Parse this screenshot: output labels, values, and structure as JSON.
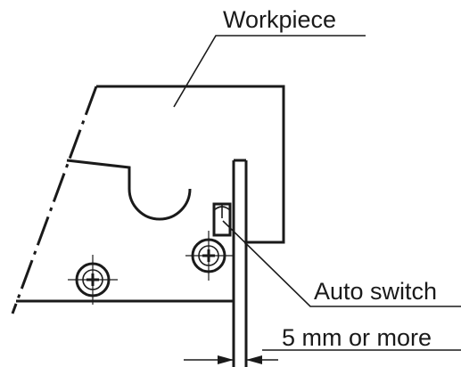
{
  "labels": {
    "workpiece": "Workpiece",
    "auto_switch": "Auto switch",
    "clearance": "5 mm or more"
  },
  "colors": {
    "line": "#1a1a1a",
    "background": "#ffffff"
  }
}
